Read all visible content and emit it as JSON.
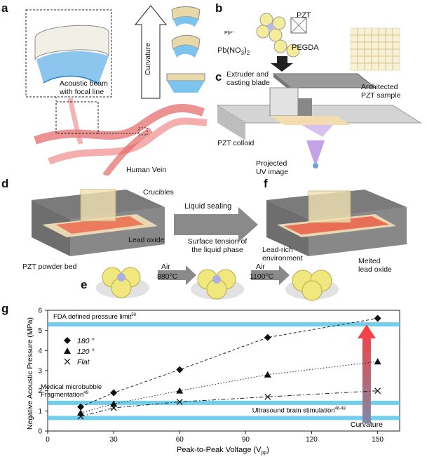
{
  "figure": {
    "panel_a": {
      "letter": "a",
      "curvature_label": "Curvature",
      "acoustic_beam_label_1": "Acoustic beam",
      "acoustic_beam_label_2": "with focal line",
      "vein_label": "Human Vein"
    },
    "panel_b": {
      "letter": "b",
      "pzt_label": "PZT",
      "pb_no3_label": "Pb(NO",
      "pb_no3_sub1": "3",
      "pb_no3_close": ")",
      "pb_no3_sub2": "2",
      "pegda_label": "PEGDA",
      "pb2_label": "Pb²⁺"
    },
    "panel_c": {
      "letter": "c",
      "extruder_label_1": "Extruder and",
      "extruder_label_2": "casting blade",
      "architected_label_1": "Architected",
      "architected_label_2": "PZT sample",
      "colloid_label": "PZT colloid",
      "projected_label_1": "Projected",
      "projected_label_2": "UV image"
    },
    "panel_d": {
      "letter": "d",
      "crucibles_label": "Crucibles",
      "liquid_sealing_label": "Liquid sealing",
      "lead_oxide_label": "Lead oxide",
      "powder_bed_label": "PZT powder bed"
    },
    "panel_e": {
      "letter": "e",
      "surface_tension_1": "Surface tension of",
      "surface_tension_2": "the liquid phase",
      "air1_label": "Air",
      "temp1_label": "880°C",
      "air2_label": "Air",
      "temp2_label": "1100°C"
    },
    "panel_f": {
      "letter": "f",
      "lead_rich_1": "Lead-rich",
      "lead_rich_2": "environment",
      "melted_1": "Melted",
      "melted_2": "lead oxide"
    },
    "panel_g": {
      "letter": "g"
    }
  },
  "chart_data": {
    "type": "line",
    "xlabel": "Peak-to-Peak Voltage (V",
    "xlabel_sub": "pp",
    "xlabel_close": ")",
    "ylabel": "Negative Acoustic Pressure (MPa)",
    "xlim": [
      0,
      160
    ],
    "ylim": [
      0,
      6
    ],
    "xticks": [
      0,
      30,
      60,
      90,
      120,
      150
    ],
    "yticks": [
      0,
      1,
      2,
      3,
      4,
      5,
      6
    ],
    "grid": false,
    "legend_position": "upper-left",
    "series": [
      {
        "name": "180 °",
        "marker": "diamond",
        "line": "dashed",
        "x": [
          15,
          30,
          60,
          100,
          150
        ],
        "y": [
          1.2,
          1.9,
          3.05,
          4.65,
          5.6
        ]
      },
      {
        "name": "120 °",
        "marker": "triangle",
        "line": "dotted",
        "x": [
          15,
          30,
          60,
          100,
          150
        ],
        "y": [
          0.9,
          1.35,
          2.0,
          2.8,
          3.45
        ]
      },
      {
        "name": "Flat",
        "marker": "cross",
        "line": "dashdot",
        "x": [
          15,
          30,
          60,
          100,
          150
        ],
        "y": [
          0.72,
          1.15,
          1.45,
          1.7,
          2.0
        ]
      }
    ],
    "reference_bands": [
      {
        "label": "FDA defined pressure limit",
        "superscript": "50",
        "y": 5.3
      },
      {
        "label_1": "Medical microbubble",
        "label_2": "Fragmentation",
        "superscript": "49",
        "y": 1.4
      },
      {
        "label": "Ultrasound brain stimulation",
        "superscript": "46-48",
        "y": 0.65
      }
    ],
    "arrow_label": "Curvature",
    "colors": {
      "band": "#5bc6ea",
      "arrow_top": "#ff3b3b",
      "arrow_bottom": "#7d8aa7"
    }
  }
}
